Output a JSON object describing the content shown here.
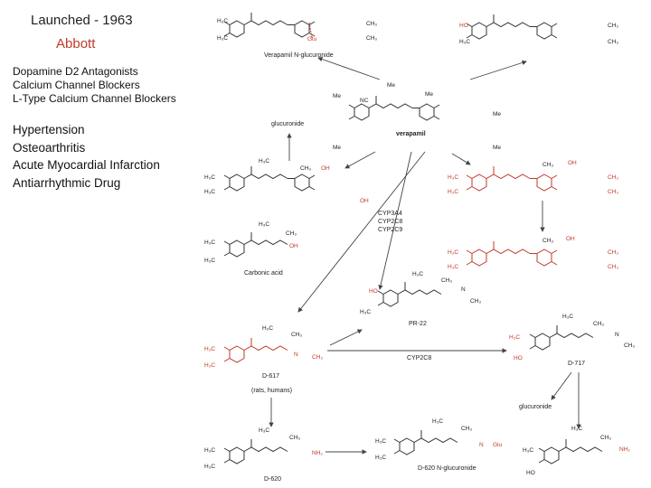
{
  "drug_info": {
    "launch": "Launched - 1963",
    "company": "Abbott",
    "classes": [
      "Dopamine D2 Antagonists",
      "Calcium Channel Blockers",
      "L-Type Calcium Channel Blockers"
    ],
    "indications": [
      "Hypertension",
      "Osteoarthritis",
      "Acute Myocardial Infarction",
      "Antiarrhythmic Drug"
    ]
  },
  "scheme": {
    "parent": "verapamil",
    "enzymes": [
      "CYP3A4",
      "CYP2C8",
      "CYP2C9"
    ],
    "enzyme_pair": "CYP2C8",
    "labels": {
      "verapamil_glucuronide": "Verapamil N-glucuronide",
      "glucuronide_top": "glucuronide",
      "carbonic_acid": "Carbonic acid",
      "pr22": "PR-22",
      "d617": "D-617",
      "d717": "D-717",
      "rat_humans": "(rats, humans)",
      "glucuronide_right": "glucuronide",
      "d620": "D-620",
      "d620_glucuronide": "D-620 N-glucuronide"
    },
    "colors": {
      "highlight": "#c0392b",
      "structure": "#333333"
    }
  }
}
